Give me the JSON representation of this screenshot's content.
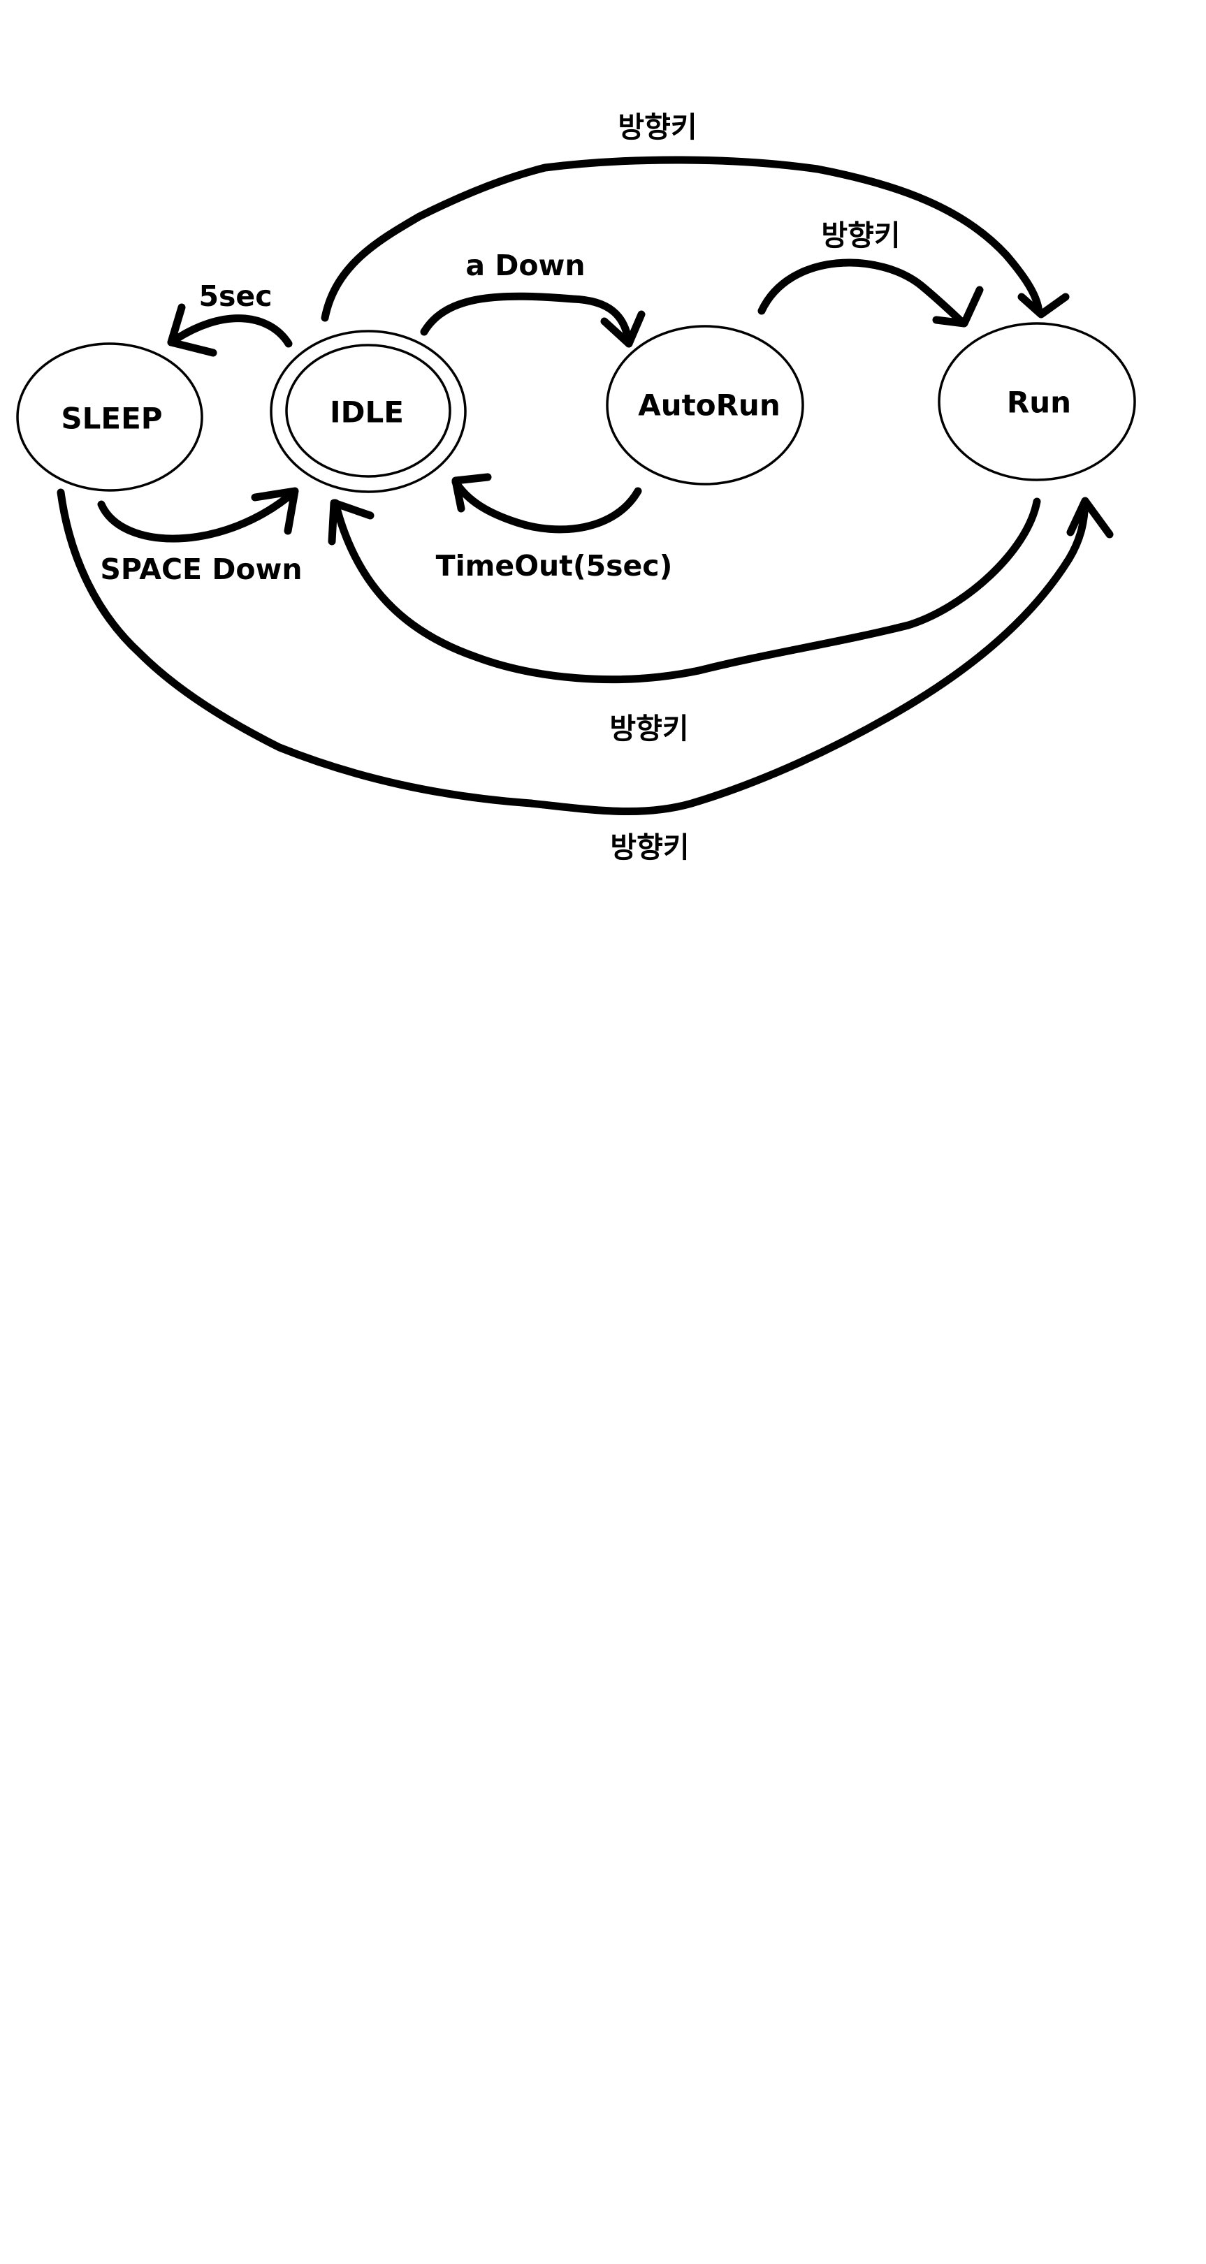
{
  "states": {
    "sleep": "SLEEP",
    "idle": "IDLE",
    "autorun": "AutoRun",
    "run": "Run"
  },
  "initial_state": "IDLE",
  "transitions": [
    {
      "from": "IDLE",
      "to": "SLEEP",
      "label": "5sec"
    },
    {
      "from": "SLEEP",
      "to": "IDLE",
      "label": "SPACE Down"
    },
    {
      "from": "IDLE",
      "to": "AutoRun",
      "label": "a Down"
    },
    {
      "from": "AutoRun",
      "to": "IDLE",
      "label": "TimeOut(5sec)"
    },
    {
      "from": "AutoRun",
      "to": "Run",
      "label": "방향키"
    },
    {
      "from": "IDLE",
      "to": "Run",
      "label": "방향키"
    },
    {
      "from": "Run",
      "to": "IDLE",
      "label": "방향키"
    },
    {
      "from": "SLEEP",
      "to": "Run",
      "label": "방향키"
    }
  ]
}
